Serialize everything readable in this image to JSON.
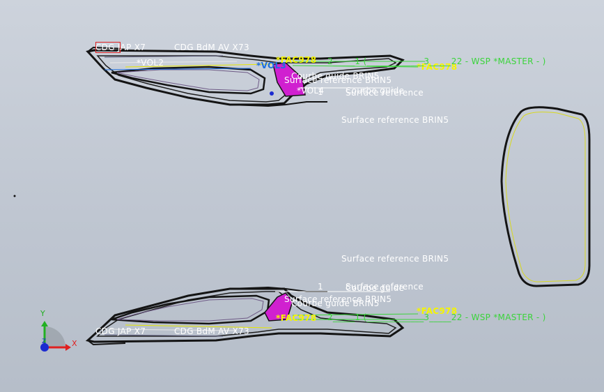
{
  "app": {
    "title": ""
  },
  "colors": {
    "background_top": "#cdd3dc",
    "background_bottom": "#b6bec9",
    "edge": "#141414",
    "highlight_magenta": "#d020d0",
    "note_white": "#ffffff",
    "dimension_yellow": "#f5f500",
    "reference_green": "#3ad43a",
    "volume_blue": "#1c6fe0"
  },
  "annotations": {
    "top": {
      "cdg_jap": "CDG JAP X7",
      "cdg_bdm": "CDG BdM AV X73",
      "vol2": "*VOL2",
      "vol3": "*VOL3",
      "fac978_left": "*FAC978",
      "fac978_right": "*FAC978",
      "wsp_tag": "2_____1 (_____________3_____22 - WSP *MASTER - )",
      "courbe_guide": "Courbe guide BRIN5",
      "surface_ref_1": "Surface reference BRIN5",
      "vol4": "*VOL4",
      "leader_1": "1",
      "courbe_guide_small": "Courbe guide",
      "surface_reference": "Surface reference",
      "surface_ref_2": "Surface reference BRIN5"
    },
    "bottom": {
      "surface_ref_2": "Surface reference BRIN5",
      "leader_1": "1",
      "courbe_guide_small": "Courbe guide",
      "surface_reference": "Surface reference",
      "surface_ref_1": "Surface reference BRIN5",
      "courbe_guide": "Courbe guide BRIN5",
      "fac978_left": "*FAC978",
      "fac978_right": "*FAC978",
      "wsp_tag": "2_____1 (_____________3_____22 - WSP *MASTER - )",
      "cdg_jap": "CDG JAP X7",
      "cdg_bdm": "CDG BdM AV X73"
    }
  },
  "triad": {
    "x_label": "X",
    "y_label": "Y",
    "z_label": "Z"
  }
}
